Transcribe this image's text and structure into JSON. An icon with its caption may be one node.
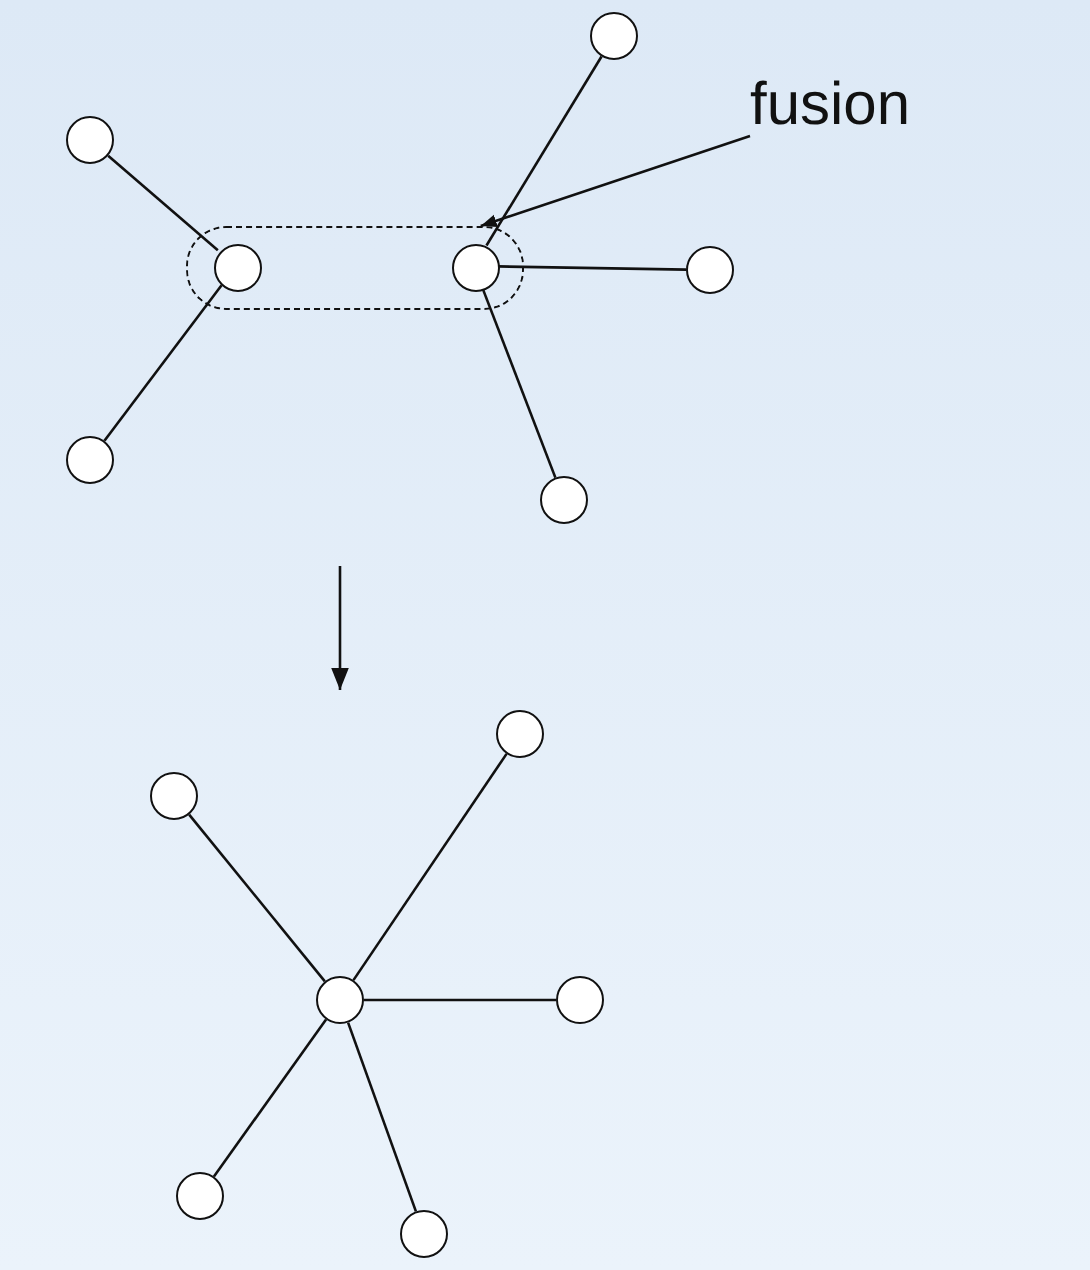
{
  "diagram": {
    "nodes": [
      {
        "text": [],
        "shape": "circle"
      },
      {
        "text": [
          "fusion"
        ]
      },
      {
        "text": [],
        "shape": "circle"
      },
      {
        "text": [],
        "shape": "box"
      },
      {
        "text": [],
        "shape": "circle",
        "in": 3
      },
      {
        "text": [],
        "shape": "circle",
        "in": 3
      },
      {
        "text": [],
        "shape": "circle"
      },
      {
        "text": [],
        "shape": "circle"
      },
      {
        "text": [],
        "shape": "circle"
      },
      {
        "text": [],
        "shape": "circle"
      },
      {
        "text": [],
        "shape": "circle"
      },
      {
        "text": [],
        "shape": "circle"
      },
      {
        "text": [],
        "shape": "circle"
      },
      {
        "text": [],
        "shape": "circle"
      },
      {
        "text": [],
        "shape": "circle"
      }
    ],
    "edges": [
      {
        "from": 2,
        "to": 4,
        "arrow": "none"
      },
      {
        "from": 4,
        "to": 7,
        "arrow": "none"
      },
      {
        "from": 5,
        "to": 0,
        "arrow": "none"
      },
      {
        "from": 5,
        "to": 6,
        "arrow": "none"
      },
      {
        "from": 5,
        "to": 8,
        "arrow": "none"
      },
      {
        "from": 1,
        "to": 3,
        "arrow": "to"
      },
      {
        "from": 11,
        "to": 10,
        "arrow": "none"
      },
      {
        "from": 11,
        "to": 9,
        "arrow": "none"
      },
      {
        "from": 11,
        "to": 12,
        "arrow": "none"
      },
      {
        "from": 11,
        "to": 13,
        "arrow": "none"
      },
      {
        "from": 11,
        "to": 14,
        "arrow": "none"
      }
    ]
  }
}
